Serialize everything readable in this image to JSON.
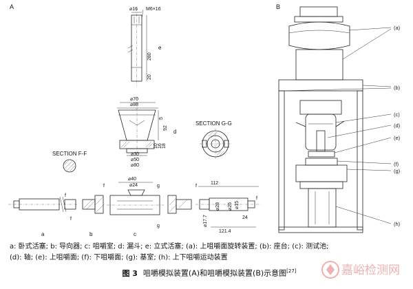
{
  "panels": {
    "a": "A",
    "b": "B"
  },
  "part_letters": {
    "a": "a",
    "b": "b",
    "c": "c",
    "d": "d",
    "e": "e"
  },
  "section_labels": {
    "ff": "SECTION F-F",
    "gg": "SECTION G-G"
  },
  "section_markers": {
    "f": "f",
    "g": "g"
  },
  "dimensions": {
    "e_dia": "⌀16",
    "e_thread": "M6×16",
    "e_len": "280",
    "e_20": "20",
    "d_dia70": "⌀70",
    "d_dia88": "⌀88",
    "d_5": "5",
    "d_92": "92",
    "d_10": "10",
    "d_16": "16",
    "d_18": "18",
    "d_dia30": "⌀30",
    "d_dia50": "⌀50",
    "d_dia80": "⌀80",
    "c_dia40": "⌀40",
    "c_dia24": "⌀24",
    "a_112": "112",
    "a_28": "⌀28",
    "a_25": "⌀25",
    "a_15": "⌀15",
    "a_17_7": "⌀17.7",
    "a_24": "24",
    "a_121_4": "121.4"
  },
  "callouts": [
    "(a)",
    "(b)",
    "(c)",
    "(d)",
    "(e)",
    "(f)",
    "(g)",
    "(h)"
  ],
  "caption": {
    "line1": "a: 卧式活塞; b: 导向器; c: 咀嚼室; d: 漏斗; e: 立式活塞; (a): 上咀嚼面旋转装置; (b): 座台; (c): 测试池;",
    "line2": "(d): 轴; (e): 上咀嚼面; (f): 下咀嚼面; (g): 基室; (h): 上下咀嚼运动装置",
    "figure_number": "图 3",
    "title": "咀嚼模拟装置(A)和咀嚼模拟装置(B)示意图",
    "reference": "[27]"
  },
  "watermark_text": "嘉峪检测网",
  "colors": {
    "line": "#222222",
    "watermark": "#d9534f"
  }
}
